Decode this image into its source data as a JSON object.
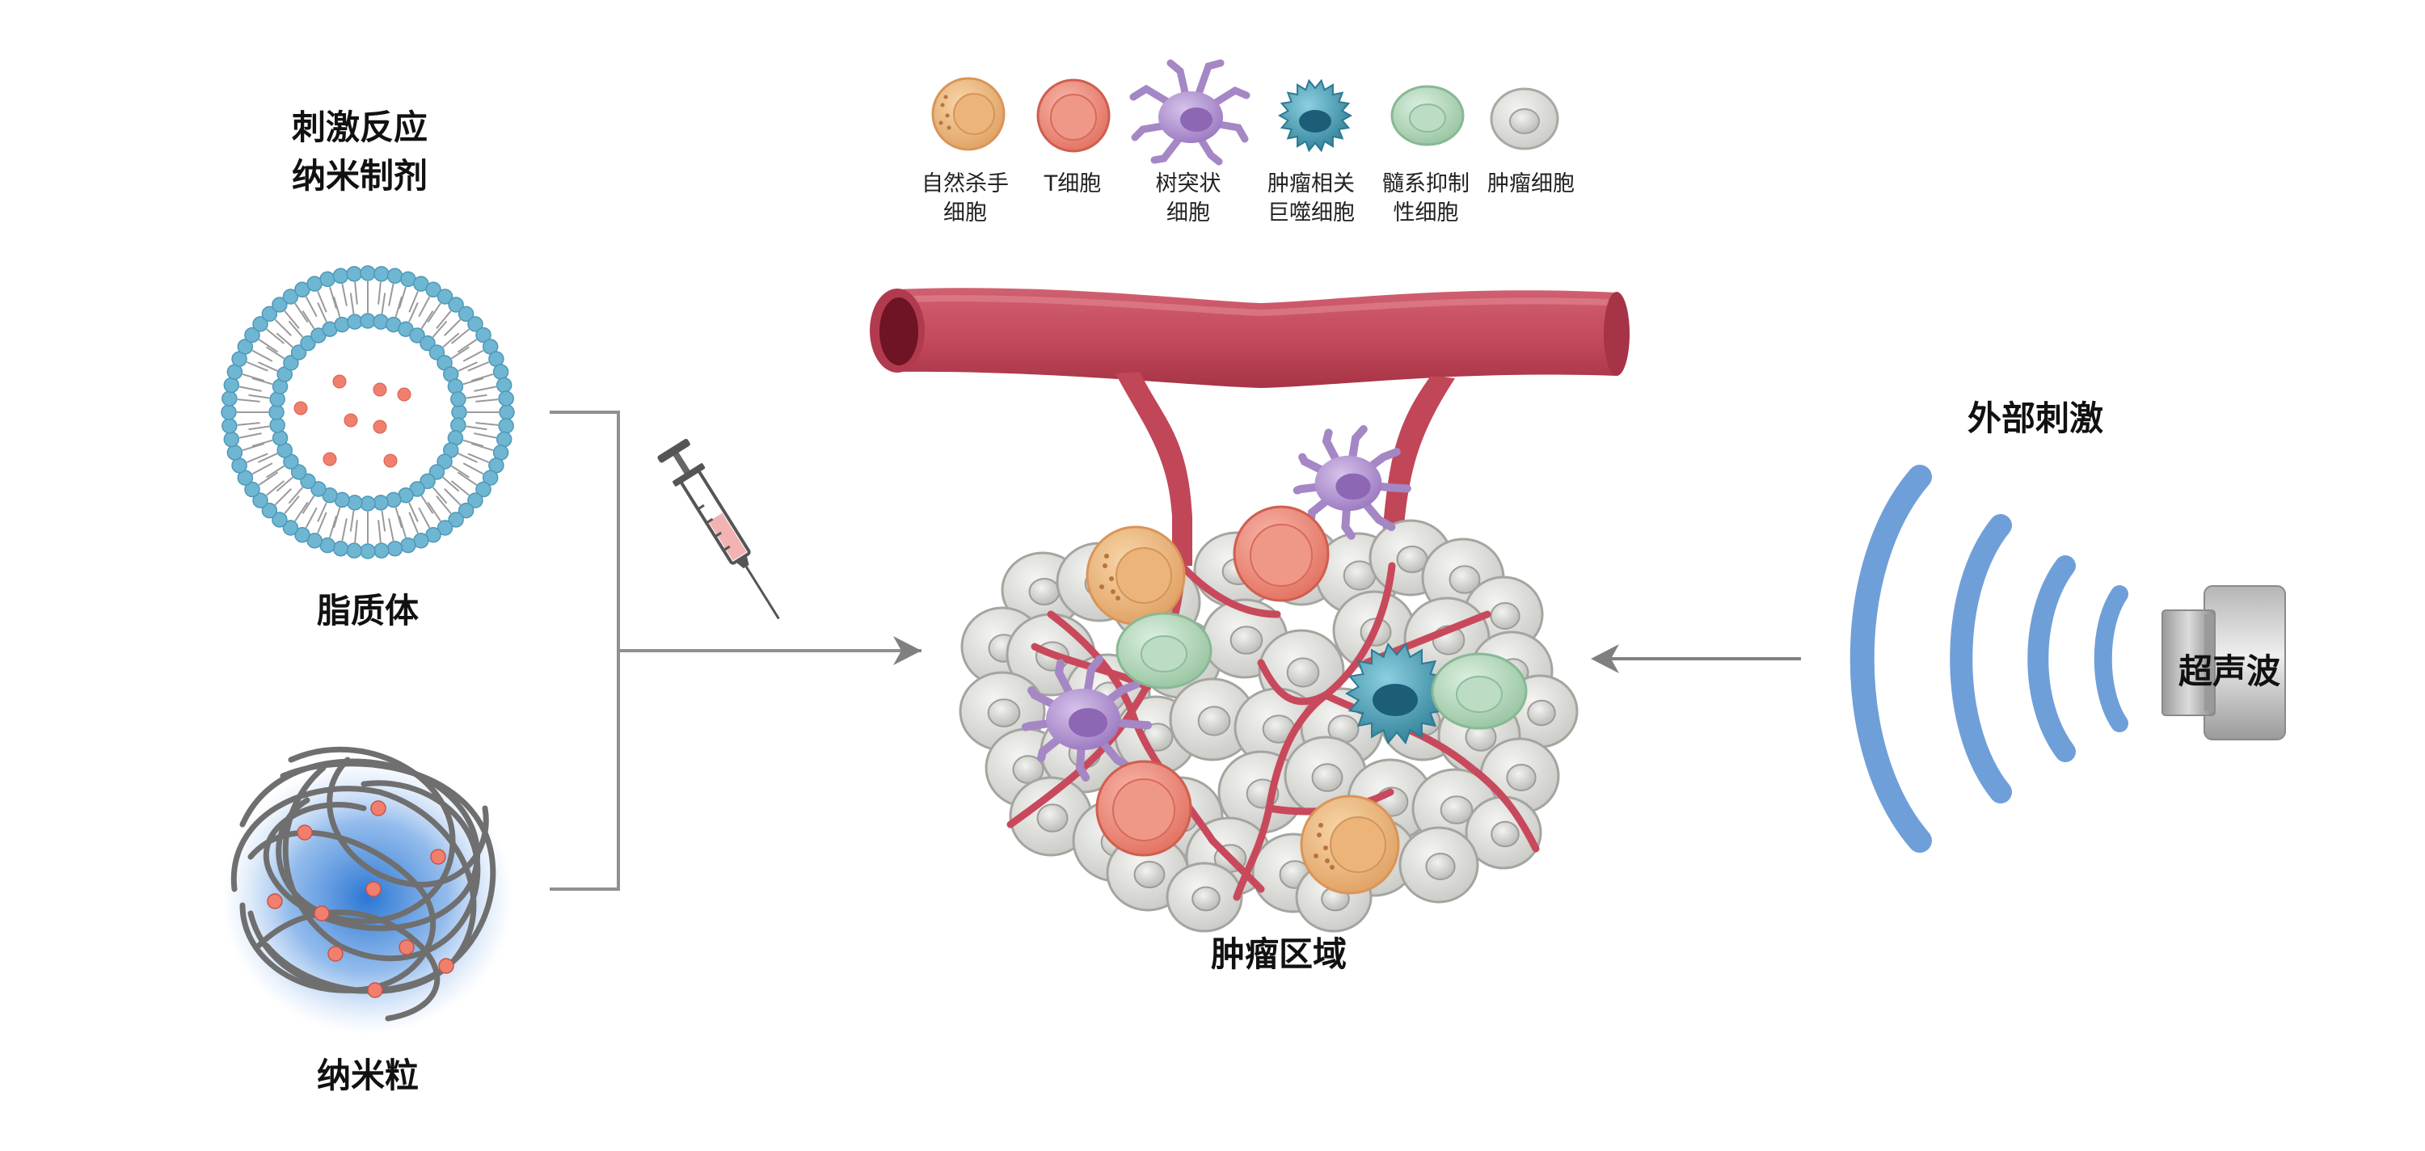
{
  "left": {
    "title_line1": "刺激反应",
    "title_line2": "纳米制剂",
    "liposome_label": "脂质体",
    "nanoparticle_label": "纳米粒"
  },
  "center": {
    "tumor_label": "肿瘤区域",
    "legend": [
      {
        "line1": "自然杀手",
        "line2": "细胞",
        "color": "#E8B070",
        "icon": "nk-cell-icon"
      },
      {
        "line1": "T细胞",
        "line2": "",
        "color": "#EC8A7E",
        "icon": "t-cell-icon"
      },
      {
        "line1": "树突状",
        "line2": "细胞",
        "color": "#A98BC8",
        "icon": "dendritic-cell-icon"
      },
      {
        "line1": "肿瘤相关",
        "line2": "巨噬细胞",
        "color": "#4F9FB5",
        "icon": "macrophage-icon"
      },
      {
        "line1": "髓系抑制",
        "line2": "性细胞",
        "color": "#A8D0B0",
        "icon": "mdsc-icon"
      },
      {
        "line1": "肿瘤细胞",
        "line2": "",
        "color": "#D8D8D4",
        "icon": "tumor-cell-icon"
      }
    ]
  },
  "right": {
    "title": "外部刺激",
    "device_label": "超声波",
    "wave_color": "#6F9FD8"
  },
  "colors": {
    "vessel": "#C14658",
    "arrow": "#808080",
    "bracket": "#909090"
  }
}
